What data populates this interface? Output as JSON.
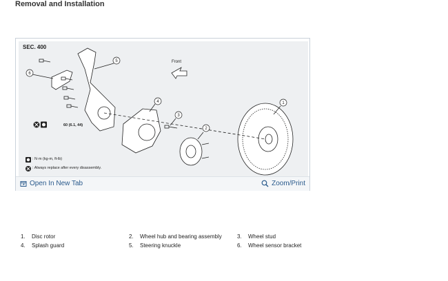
{
  "page": {
    "title": "Removal and Installation"
  },
  "figure": {
    "section": "SEC. 400",
    "front_label": "Front",
    "torque_value": "60 (6.1, 44)",
    "legend": {
      "nm_text": ": N·m (kg-m, ft-lb)",
      "replace_text": ": Always replace after every disassembly."
    },
    "callouts": [
      "1",
      "2",
      "3",
      "4",
      "5",
      "6"
    ]
  },
  "footer": {
    "open_tab_label": "Open In New Tab",
    "zoom_label": "Zoom/Print",
    "open_tab_icon": "open-new-tab-icon",
    "zoom_icon": "magnifier-icon",
    "link_color": "#2a5a8c"
  },
  "parts": [
    {
      "num": "1.",
      "name": "Disc rotor"
    },
    {
      "num": "2.",
      "name": "Wheel hub and bearing assembly"
    },
    {
      "num": "3.",
      "name": "Wheel stud"
    },
    {
      "num": "4.",
      "name": "Splash guard"
    },
    {
      "num": "5.",
      "name": "Steering knuckle"
    },
    {
      "num": "6.",
      "name": "Wheel sensor bracket"
    }
  ]
}
